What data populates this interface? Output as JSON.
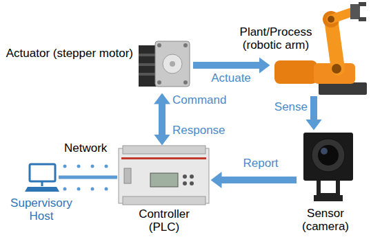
{
  "diagram": {
    "nodes": [
      {
        "text": [
          "Actuator (stepper motor)"
        ]
      },
      {
        "text": [
          "Plant/Process (robotic arm)"
        ]
      },
      {
        "text": [
          "Sensor (camera)"
        ]
      },
      {
        "text": [
          "Controller (PLC)"
        ]
      },
      {
        "text": [
          "Supervisory Host"
        ]
      }
    ],
    "edges": [
      {
        "from": 0,
        "to": 1,
        "label": "Actuate",
        "arrow": "to"
      },
      {
        "from": 1,
        "to": 2,
        "label": "Sense",
        "arrow": "to"
      },
      {
        "from": 2,
        "to": 3,
        "label": "Report",
        "arrow": "to"
      },
      {
        "from": 3,
        "to": 0,
        "label": "Command",
        "arrow": "both"
      },
      {
        "from": 4,
        "to": 3,
        "label": "Network",
        "arrow": "none"
      }
    ],
    "labels": [
      "Response"
    ]
  }
}
